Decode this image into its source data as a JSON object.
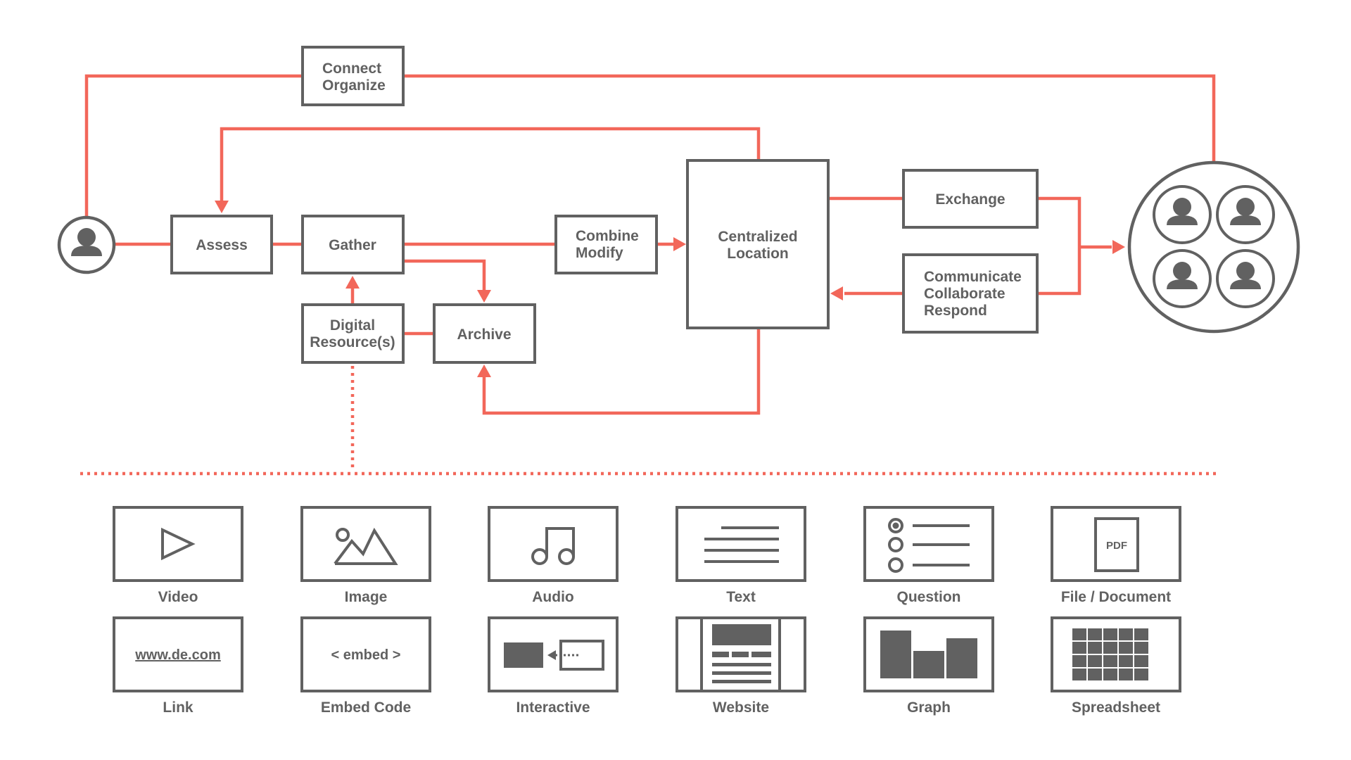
{
  "colors": {
    "accent": "#f2675a",
    "ink": "#616161",
    "background": "#ffffff"
  },
  "flow": {
    "connect": [
      "Connect",
      "Organize"
    ],
    "assess": "Assess",
    "gather": "Gather",
    "digital": [
      "Digital",
      "Resource(s)"
    ],
    "archive": "Archive",
    "combine": [
      "Combine",
      "Modify"
    ],
    "central": [
      "Centralized",
      "Location"
    ],
    "exchange": "Exchange",
    "communicate": [
      "Communicate",
      "Collaborate",
      "Respond"
    ]
  },
  "icons": {
    "single_user": "user-icon",
    "group": "user-group-icon"
  },
  "resources": [
    {
      "label": "Video",
      "icon": "play-icon"
    },
    {
      "label": "Image",
      "icon": "image-icon"
    },
    {
      "label": "Audio",
      "icon": "music-note-icon"
    },
    {
      "label": "Text",
      "icon": "text-lines-icon"
    },
    {
      "label": "Question",
      "icon": "radio-list-icon"
    },
    {
      "label": "File / Document",
      "icon": "pdf-icon",
      "icon_text": "PDF"
    },
    {
      "label": "Link",
      "icon": "link-text-icon",
      "icon_text": "www.de.com"
    },
    {
      "label": "Embed Code",
      "icon": "embed-text-icon",
      "icon_text": "< embed >"
    },
    {
      "label": "Interactive",
      "icon": "interactive-icon"
    },
    {
      "label": "Website",
      "icon": "website-icon"
    },
    {
      "label": "Graph",
      "icon": "bar-graph-icon"
    },
    {
      "label": "Spreadsheet",
      "icon": "spreadsheet-icon"
    }
  ]
}
